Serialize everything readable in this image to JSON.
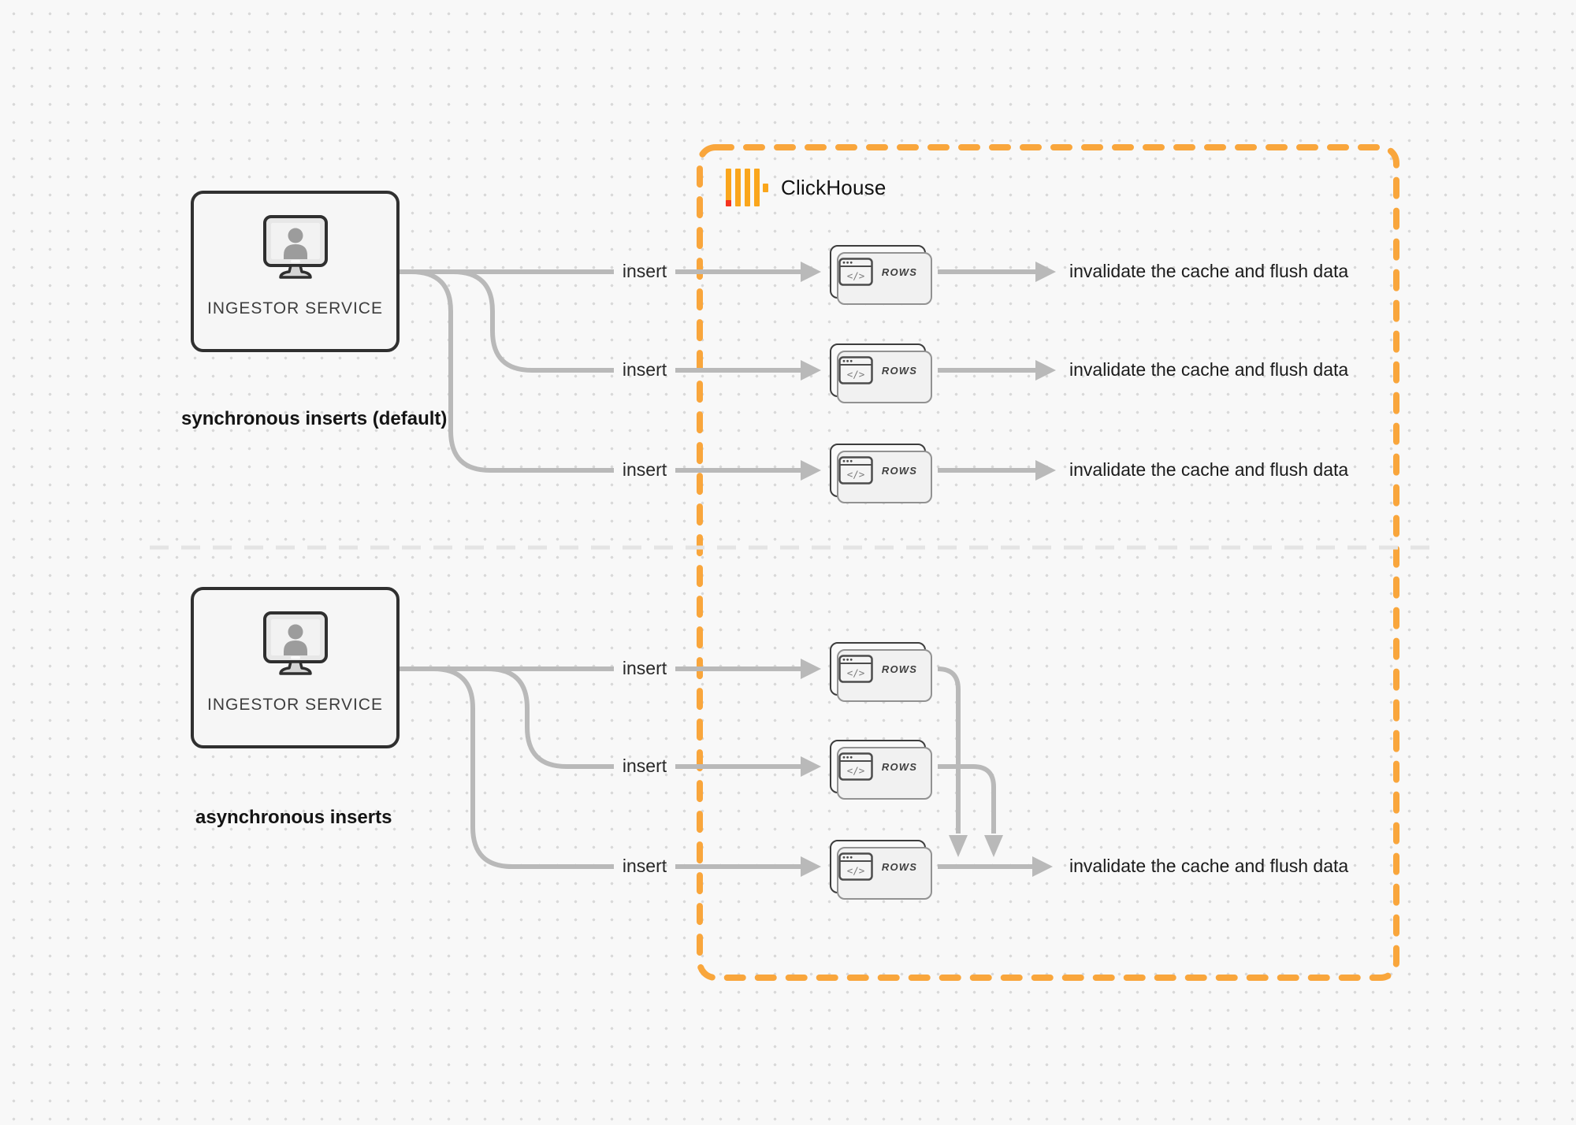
{
  "clickhouse": {
    "title": "ClickHouse"
  },
  "labels": {
    "insert": "insert",
    "rows": "ROWS",
    "invalidate": "invalidate the cache and flush data",
    "code_glyph": "</>"
  },
  "sync": {
    "service": "INGESTOR SERVICE",
    "caption": "synchronous inserts (default)"
  },
  "async": {
    "service": "INGESTOR SERVICE",
    "caption": "asynchronous inserts"
  },
  "colors": {
    "accent": "#F9A63C",
    "logo-yellow": "#FAA61C",
    "logo-red": "#F5341F",
    "connector": "#B9B9B9",
    "divider": "#E4E4E4"
  }
}
